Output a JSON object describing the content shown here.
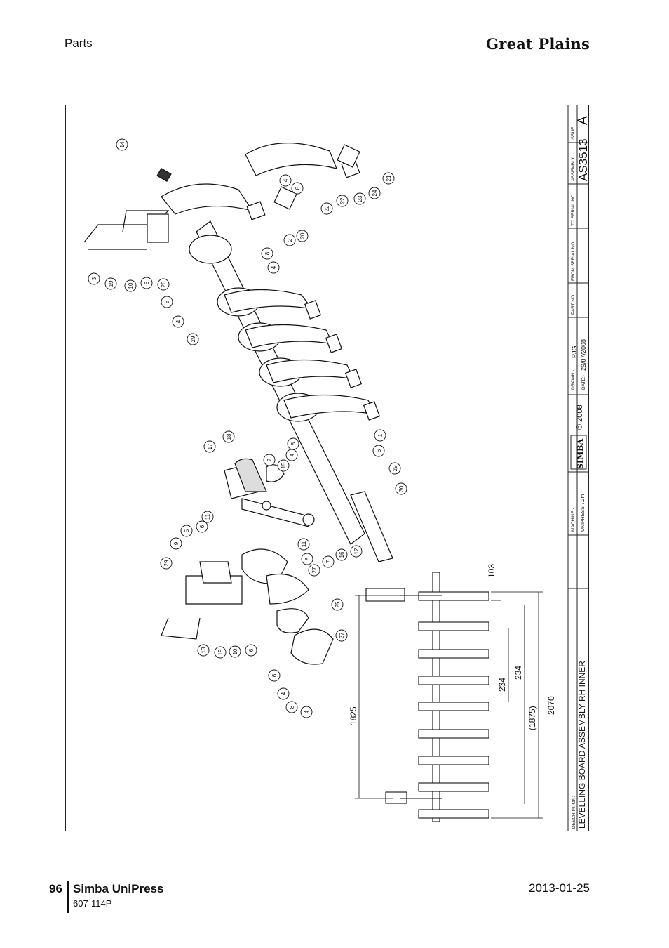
{
  "header": {
    "section": "Parts",
    "brand": "Great Plains"
  },
  "title_block": {
    "issue_label": "ISSUE",
    "issue": "A",
    "assembly_label": "ASSEMBLY",
    "assembly": "AS3513",
    "to_serial_label": "TO SERIAL NO.",
    "from_serial_label": "FROM SERIAL NO.",
    "part_no_label": "PART NO.",
    "drawn_label": "DRAWN:-",
    "drawn": "PJG",
    "date_label": "DATE:-",
    "date": "29/07/2008",
    "copyright": "© 2008",
    "logo": "SIMBA",
    "machine_label": "MACHINE:-",
    "machine": "UNIPRESS 7.2m",
    "description_label": "DESCRIPTION:-",
    "description": "LEVELLING BOARD ASSEMBLY RH INNER"
  },
  "dimensions": [
    "103",
    "234",
    "234",
    "1825",
    "(1875)",
    "2070"
  ],
  "callouts": [
    "14",
    "3",
    "19",
    "10",
    "6",
    "26",
    "8",
    "4",
    "29",
    "2",
    "20",
    "8",
    "4",
    "22",
    "22",
    "23",
    "24",
    "21",
    "4",
    "8",
    "18",
    "17",
    "15",
    "7",
    "4",
    "8",
    "1",
    "6",
    "29",
    "30",
    "11",
    "6",
    "5",
    "9",
    "29",
    "8",
    "11",
    "27",
    "7",
    "16",
    "12",
    "13",
    "19",
    "10",
    "6",
    "25",
    "27",
    "6",
    "4",
    "8",
    "4"
  ],
  "footer": {
    "page": "96",
    "title": "Simba UniPress",
    "part": "607-114P",
    "date": "2013-01-25"
  }
}
